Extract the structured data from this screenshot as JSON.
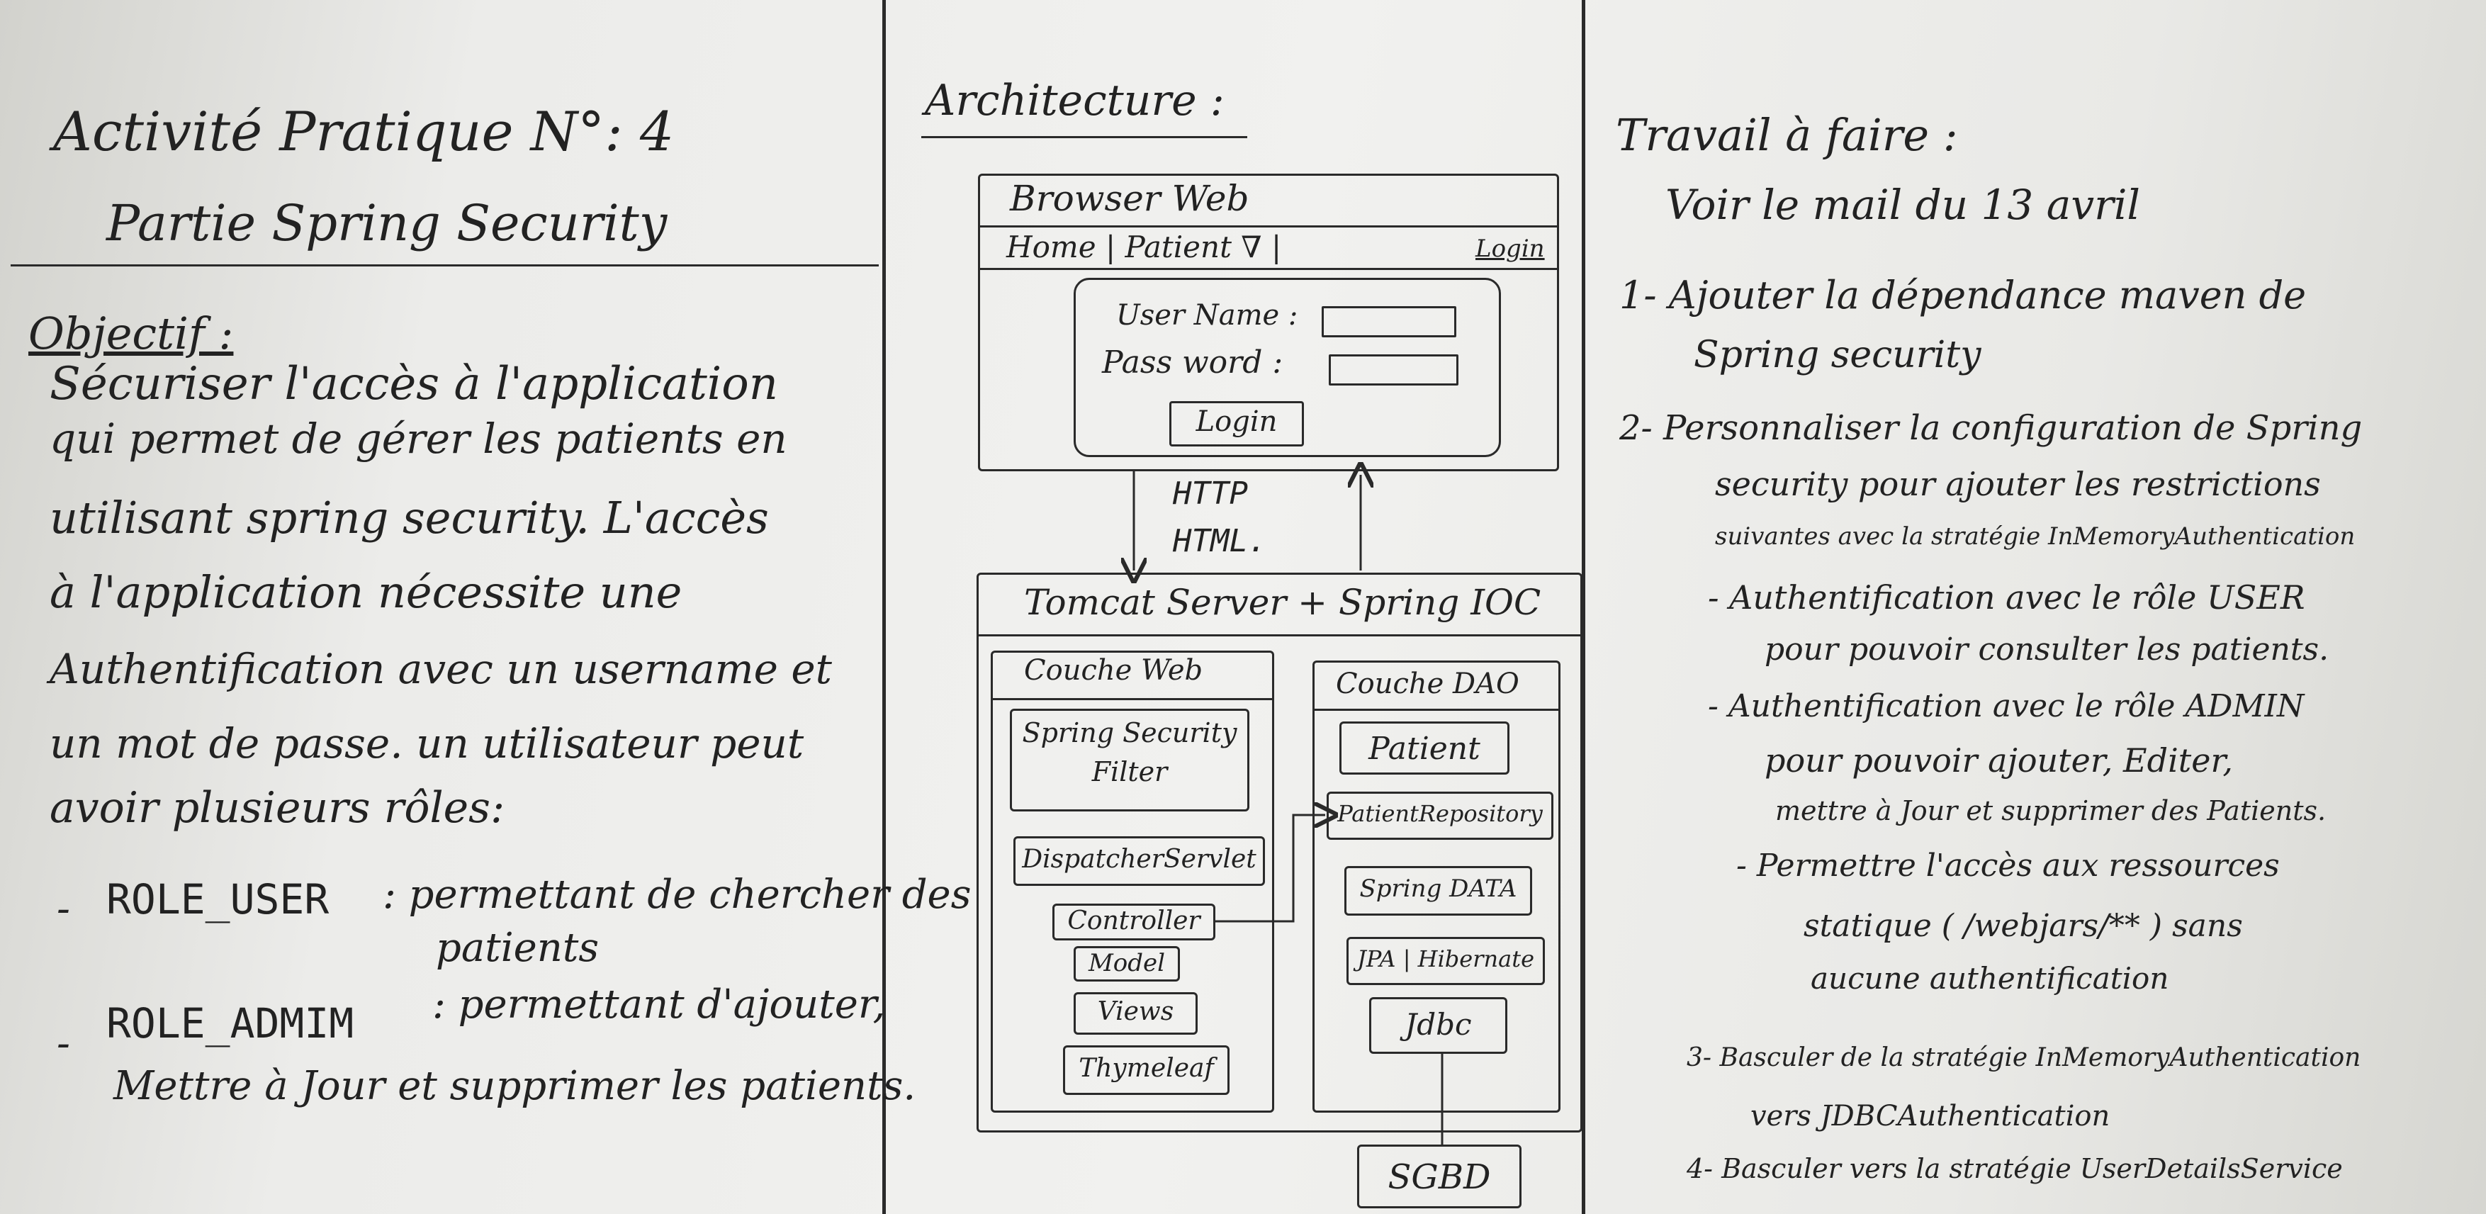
{
  "left": {
    "title_line1": "Activité Pratique N°: 4",
    "title_line2": "Partie Spring Security",
    "objectif_label": "Objectif :",
    "lines": [
      "Sécuriser l'accès à l'application",
      "qui permet de gérer les patients en",
      "utilisant spring security. L'accès",
      "à l'application nécessite une",
      "Authentification avec un username et",
      "un mot de passe. un utilisateur peut",
      "avoir plusieurs rôles:"
    ],
    "role_user": "ROLE_USER",
    "role_user_desc1": ": permettant de chercher des",
    "role_user_desc2": "patients",
    "role_admin": "ROLE_ADMIM",
    "role_admin_desc1": ": permettant d'ajouter,",
    "role_admin_desc2": "Mettre à Jour et supprimer les patients."
  },
  "middle": {
    "title": "Architecture :",
    "browser": {
      "title": "Browser Web",
      "nav": "Home | Patient ∇ |",
      "login_link": "Login",
      "username_label": "User Name :",
      "password_label": "Pass word :",
      "login_button": "Login"
    },
    "http": "HTTP",
    "html": "HTML.",
    "server_title": "Tomcat Server + Spring IOC",
    "couche_web": {
      "title": "Couche Web",
      "filter_line1": "Spring Security",
      "filter_line2": "Filter",
      "dispatcher": "DispatcherServlet",
      "controller": "Controller",
      "model": "Model",
      "views": "Views",
      "thymeleaf": "Thymeleaf"
    },
    "couche_dao": {
      "title": "Couche DAO",
      "patient": "Patient",
      "repository": "PatientRepository",
      "spring_data": "Spring DATA",
      "jpa": "JPA | Hibernate",
      "jdbc": "Jdbc"
    },
    "sgbd": "SGBD"
  },
  "right": {
    "title": "Travail à faire :",
    "mail": "Voir le mail du 13 avril",
    "item1_line1": "1- Ajouter la dépendance maven de",
    "item1_line2": "Spring security",
    "item2_line1": "2- Personnaliser la configuration de Spring",
    "item2_line2": "security pour ajouter les restrictions",
    "item2_line3": "suivantes avec la stratégie InMemoryAuthentication",
    "sub1_line1": "- Authentification avec le rôle USER",
    "sub1_line2": "pour pouvoir consulter les patients.",
    "sub2_line1": "- Authentification avec le rôle ADMIN",
    "sub2_line2": "pour pouvoir ajouter, Editer,",
    "sub2_line3": "mettre à Jour et supprimer des Patients.",
    "sub3_line1": "- Permettre l'accès aux ressources",
    "sub3_line2": "statique ( /webjars/** ) sans",
    "sub3_line3": "aucune authentification",
    "item3_line1": "3- Basculer de la stratégie InMemoryAuthentication",
    "item3_line2": "vers JDBCAuthentication",
    "item4": "4- Basculer vers la stratégie UserDetailsService"
  }
}
